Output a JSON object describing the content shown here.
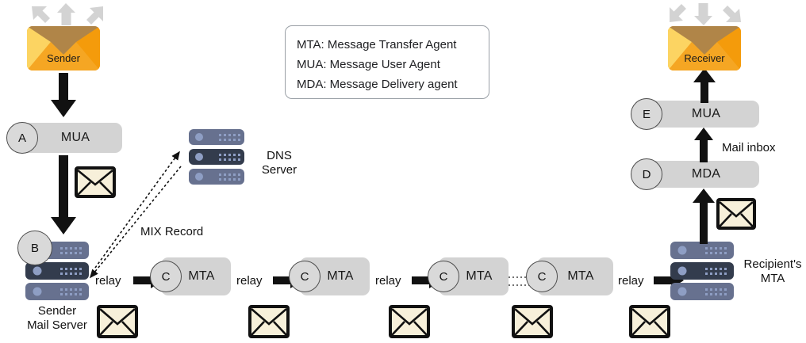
{
  "legend": {
    "rows": [
      "MTA: Message Transfer Agent",
      "MUA: Message User Agent",
      "MDA: Message Delivery agent"
    ]
  },
  "sender": {
    "envelope_label": "Sender",
    "mail_server_label": "Sender\nMail Server",
    "mua": {
      "badge": "A",
      "label": "MUA"
    },
    "mail_server_badge": "B"
  },
  "dns": {
    "label": "DNS\nServer",
    "record_label": "MIX Record"
  },
  "chain": {
    "relay_label": "relay",
    "nodes": [
      {
        "badge": "C",
        "label": "MTA"
      },
      {
        "badge": "C",
        "label": "MTA"
      },
      {
        "badge": "C",
        "label": "MTA"
      },
      {
        "badge": "C",
        "label": "MTA"
      }
    ]
  },
  "receiver": {
    "envelope_label": "Receiver",
    "mua": {
      "badge": "E",
      "label": "MUA"
    },
    "mda": {
      "badge": "D",
      "label": "MDA"
    },
    "mail_inbox_label": "Mail inbox",
    "recipient_mta_label": "Recipient's\nMTA"
  },
  "colors": {
    "pill_fill": "#d3d3d3",
    "badge_fill": "#d9d9d9",
    "envelope_cream": "#f7f0da",
    "envelope_orange": "#f5a623",
    "envelope_flap": "#b08548",
    "server_light": "#67718f",
    "server_dark": "#333c4d",
    "server_dot": "#8e9ec4",
    "arrow_black": "#111111",
    "arrow_gray": "#d3d3d3",
    "legend_border": "#9aa0a6"
  },
  "icons": {
    "sender_arrows": [
      "arrow-up-left-icon",
      "arrow-up-icon",
      "arrow-up-right-icon"
    ],
    "receiver_arrows": [
      "arrow-down-left-icon",
      "arrow-down-icon",
      "arrow-down-right-icon"
    ],
    "mail": "envelope-icon",
    "server": "server-stack-icon"
  }
}
